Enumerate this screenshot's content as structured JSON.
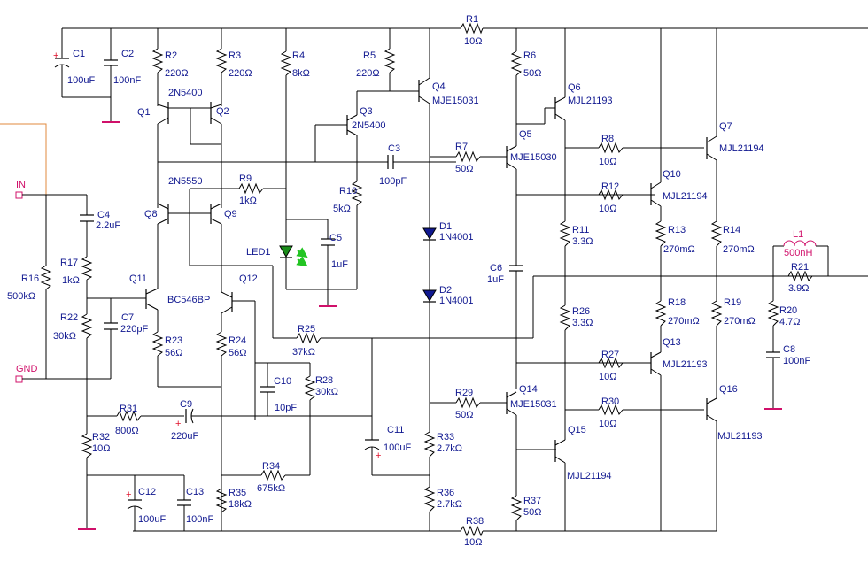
{
  "colors": {
    "wire": "#000000",
    "label": "#101890",
    "ground": "#d0106a",
    "inductor": "#d0106a",
    "input_wire": "#e08a3c",
    "led": "#1a8c1a",
    "led_arrows": "#22c422"
  },
  "ports": {
    "in": "IN",
    "gnd": "GND"
  },
  "components": {
    "C1": {
      "ref": "C1",
      "value": "100uF",
      "pol": "+"
    },
    "C2": {
      "ref": "C2",
      "value": "100nF"
    },
    "R2": {
      "ref": "R2",
      "value": "220Ω"
    },
    "R3": {
      "ref": "R3",
      "value": "220Ω"
    },
    "R4": {
      "ref": "R4",
      "value": "8kΩ"
    },
    "R5": {
      "ref": "R5",
      "value": "220Ω"
    },
    "R1": {
      "ref": "R1",
      "value": "10Ω"
    },
    "R6": {
      "ref": "R6",
      "value": "50Ω"
    },
    "Q1": {
      "ref": "Q1"
    },
    "Q2": {
      "ref": "Q2",
      "part": "2N5400"
    },
    "Q3": {
      "ref": "Q3",
      "part": "2N5400"
    },
    "Q4": {
      "ref": "Q4",
      "part": "MJE15031"
    },
    "Q5": {
      "ref": "Q5",
      "part": "MJE15030"
    },
    "Q6": {
      "ref": "Q6",
      "part": "MJL21193"
    },
    "Q7": {
      "ref": "Q7",
      "part": "MJL21194"
    },
    "R7": {
      "ref": "R7",
      "value": "50Ω"
    },
    "R8": {
      "ref": "R8",
      "value": "10Ω"
    },
    "C3": {
      "ref": "C3",
      "value": "100pF"
    },
    "Q8": {
      "ref": "Q8"
    },
    "Q9": {
      "ref": "Q9",
      "part": "2N5550"
    },
    "R9": {
      "ref": "R9",
      "value": "1kΩ"
    },
    "R10": {
      "ref": "R10",
      "value": "5kΩ"
    },
    "C4": {
      "ref": "C4",
      "value": "2.2uF"
    },
    "R16": {
      "ref": "R16",
      "value": "500kΩ"
    },
    "R17": {
      "ref": "R17",
      "value": "1kΩ"
    },
    "LED1": {
      "ref": "LED1"
    },
    "C5": {
      "ref": "C5",
      "value": "1uF"
    },
    "D1": {
      "ref": "D1",
      "part": "1N4001"
    },
    "D2": {
      "ref": "D2",
      "part": "1N4001"
    },
    "Q10": {
      "ref": "Q10",
      "part": "MJL21194"
    },
    "R12": {
      "ref": "R12",
      "value": "10Ω"
    },
    "R11": {
      "ref": "R11",
      "value": "3.3Ω"
    },
    "R13": {
      "ref": "R13",
      "value": "270mΩ"
    },
    "R14": {
      "ref": "R14",
      "value": "270mΩ"
    },
    "L1": {
      "ref": "L1",
      "value": "500nH"
    },
    "R21": {
      "ref": "R21",
      "value": "3.9Ω"
    },
    "C6": {
      "ref": "C6",
      "value": "1uF"
    },
    "Q11": {
      "ref": "Q11",
      "part": "BC546BP"
    },
    "Q12": {
      "ref": "Q12"
    },
    "R22": {
      "ref": "R22",
      "value": "30kΩ"
    },
    "C7": {
      "ref": "C7",
      "value": "220pF"
    },
    "R23": {
      "ref": "R23",
      "value": "56Ω"
    },
    "R24": {
      "ref": "R24",
      "value": "56Ω"
    },
    "R25": {
      "ref": "R25",
      "value": "37kΩ"
    },
    "R26": {
      "ref": "R26",
      "value": "3.3Ω"
    },
    "R18": {
      "ref": "R18",
      "value": "270mΩ"
    },
    "R19": {
      "ref": "R19",
      "value": "270mΩ"
    },
    "R20": {
      "ref": "R20",
      "value": "4.7Ω"
    },
    "C8": {
      "ref": "C8",
      "value": "100nF"
    },
    "Q13": {
      "ref": "Q13",
      "part": "MJL21193"
    },
    "R27": {
      "ref": "R27",
      "value": "10Ω"
    },
    "C10": {
      "ref": "C10",
      "value": "10pF"
    },
    "R28": {
      "ref": "R28",
      "value": "30kΩ"
    },
    "Q16": {
      "ref": "Q16",
      "part": "MJL21193"
    },
    "Q14": {
      "ref": "Q14",
      "part": "MJE15031"
    },
    "R29": {
      "ref": "R29",
      "value": "50Ω"
    },
    "R30": {
      "ref": "R30",
      "value": "10Ω"
    },
    "R31": {
      "ref": "R31",
      "value": "800Ω"
    },
    "C9": {
      "ref": "C9",
      "value": "220uF",
      "pol": "+"
    },
    "R32": {
      "ref": "R32",
      "value": "10Ω"
    },
    "C11": {
      "ref": "C11",
      "value": "100uF",
      "pol": "+"
    },
    "Q15": {
      "ref": "Q15",
      "part": "MJL21194"
    },
    "R33": {
      "ref": "R33",
      "value": "2.7kΩ"
    },
    "R34": {
      "ref": "R34",
      "value": "675kΩ"
    },
    "C12": {
      "ref": "C12",
      "value": "100uF",
      "pol": "+"
    },
    "C13": {
      "ref": "C13",
      "value": "100nF"
    },
    "R35": {
      "ref": "R35",
      "value": "18kΩ"
    },
    "R36": {
      "ref": "R36",
      "value": "2.7kΩ"
    },
    "R37": {
      "ref": "R37",
      "value": "50Ω"
    },
    "R38": {
      "ref": "R38",
      "value": "10Ω"
    }
  }
}
